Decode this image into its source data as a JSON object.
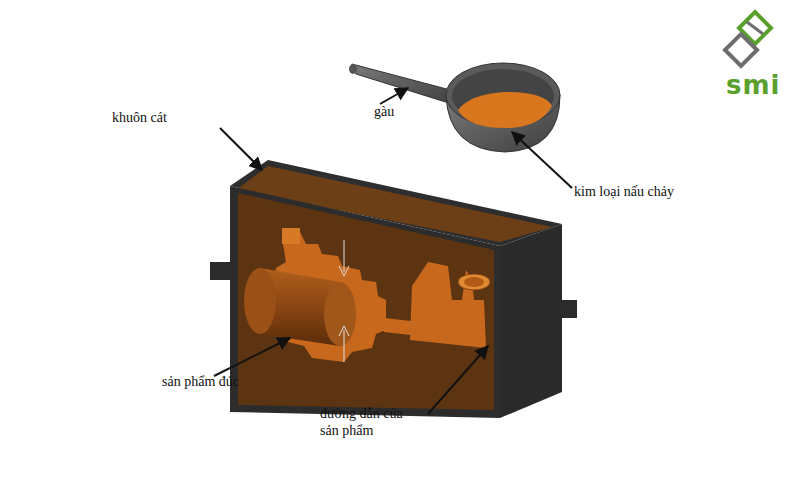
{
  "diagram": {
    "labels": [
      "khuôn cát",
      "gàu",
      "kim loại nấu chảy",
      "sản phẩm đúc",
      "đường dẫn của sản phẩm",
      "smi"
    ]
  }
}
